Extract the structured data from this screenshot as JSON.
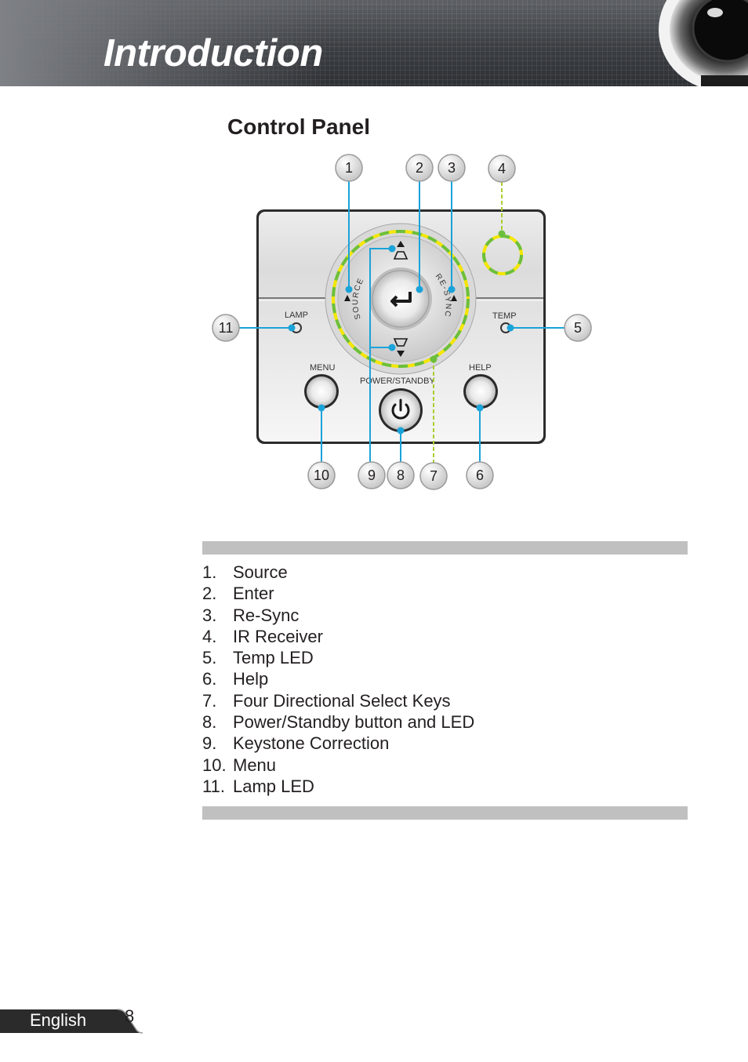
{
  "header": {
    "title": "Introduction"
  },
  "section": {
    "title": "Control Panel"
  },
  "diagram": {
    "panel_labels": {
      "lamp": "LAMP",
      "temp": "TEMP",
      "menu": "MENU",
      "help": "HELP",
      "power_standby": "POWER/STANDBY",
      "source": "SOURCE",
      "re_sync": "RE-SYNC"
    },
    "callouts": [
      "1",
      "2",
      "3",
      "4",
      "5",
      "6",
      "7",
      "8",
      "9",
      "10",
      "11"
    ],
    "icons": [
      "enter-arrow-icon",
      "power-icon",
      "keystone-up-icon",
      "keystone-down-icon",
      "triangle-left-icon",
      "triangle-right-icon"
    ],
    "colors": {
      "callout_line": "#1aa3d9",
      "ring_green": "#6cbf3c",
      "ring_yellow": "#f4e600",
      "ir_line": "#a8cf2e"
    }
  },
  "parts": [
    {
      "num": "1.",
      "label": "Source"
    },
    {
      "num": "2.",
      "label": "Enter"
    },
    {
      "num": "3.",
      "label": "Re-Sync"
    },
    {
      "num": "4.",
      "label": "IR Receiver"
    },
    {
      "num": "5.",
      "label": "Temp LED"
    },
    {
      "num": "6.",
      "label": "Help"
    },
    {
      "num": "7.",
      "label": "Four Directional Select Keys"
    },
    {
      "num": "8.",
      "label": "Power/Standby button and LED"
    },
    {
      "num": "9.",
      "label": "Keystone Correction"
    },
    {
      "num": "10.",
      "label": "Menu"
    },
    {
      "num": "11.",
      "label": "Lamp LED"
    }
  ],
  "footer": {
    "language": "English",
    "page_number": "8"
  }
}
